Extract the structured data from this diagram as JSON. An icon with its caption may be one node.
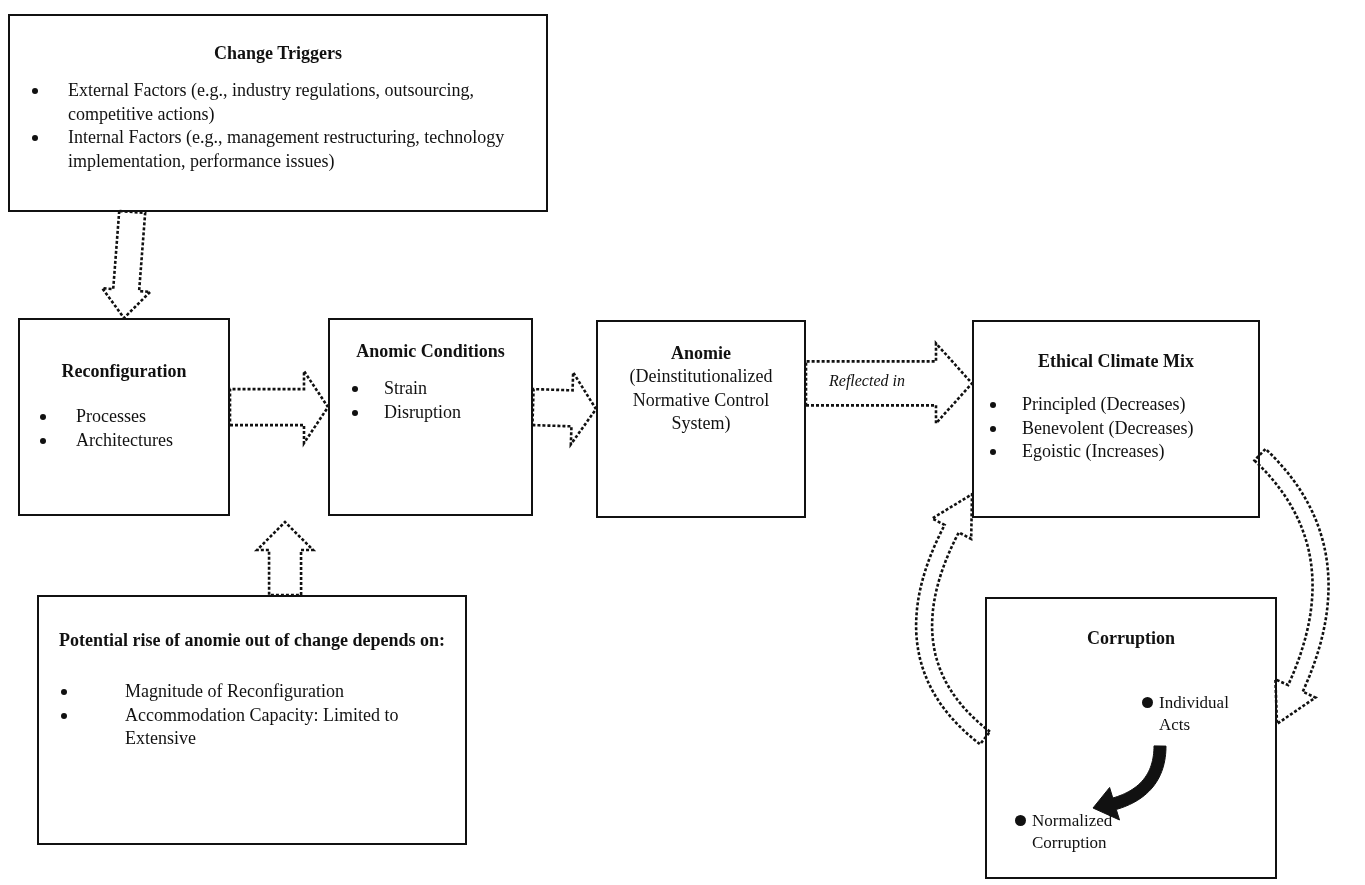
{
  "diagram": {
    "nodes": [
      {
        "text": [
          "Change Triggers",
          "External Factors (e.g., industry regulations, outsourcing, competitive actions)",
          "Internal Factors (e.g., management restructuring, technology implementation, performance issues)"
        ]
      },
      {
        "text": [
          "Reconfiguration",
          "Processes",
          "Architectures"
        ]
      },
      {
        "text": [
          "Anomic Conditions",
          "Strain",
          "Disruption"
        ]
      },
      {
        "text": [
          "Anomie",
          "(Deinstitutionalized Normative Control System)"
        ]
      },
      {
        "text": [
          "Ethical Climate Mix",
          "Principled  (Decreases)",
          "Benevolent (Decreases)",
          "Egoistic (Increases)"
        ]
      },
      {
        "text": [
          "Potential rise of anomie out of change depends on:",
          "Magnitude of Reconfiguration",
          "Accommodation Capacity: Limited to Extensive"
        ]
      },
      {
        "text": [
          "Corruption"
        ]
      },
      {
        "text": [
          "Individual Acts"
        ],
        "in": 6
      },
      {
        "text": [
          "Normalized Corruption"
        ],
        "in": 6
      }
    ],
    "edges": [
      {
        "from": 0,
        "to": 1,
        "arrow": "to",
        "style": "dashed"
      },
      {
        "from": 1,
        "to": 2,
        "arrow": "to",
        "style": "dashed"
      },
      {
        "from": 2,
        "to": 3,
        "arrow": "to",
        "style": "dashed"
      },
      {
        "from": 3,
        "to": 4,
        "arrow": "to",
        "style": "dashed",
        "label": "Reflected in"
      },
      {
        "from": 4,
        "to": 6,
        "arrow": "to",
        "style": "dashed"
      },
      {
        "from": 6,
        "to": 4,
        "arrow": "to",
        "style": "dashed"
      },
      {
        "from": 5,
        "to": null,
        "arrow": "to",
        "style": "dashed"
      },
      {
        "from": 7,
        "to": 8,
        "arrow": "to",
        "style": "thick"
      }
    ]
  }
}
